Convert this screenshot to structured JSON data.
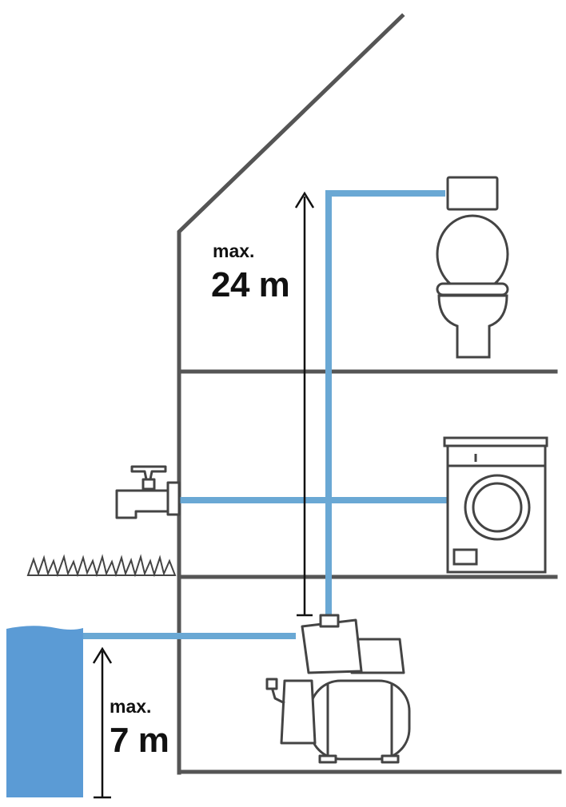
{
  "labels": {
    "upper_max": "max.",
    "upper_value": "24 m",
    "lower_max": "max.",
    "lower_value": "7 m"
  },
  "colors": {
    "pipe": "#6aa8d4",
    "water": "#5b9bd5",
    "wall": "#555555",
    "outline": "#444444"
  },
  "icons": {
    "toilet": "toilet-icon",
    "washing_machine": "washing-machine-icon",
    "tap": "outdoor-tap-icon",
    "grass": "grass-icon",
    "pump": "pump-unit-icon",
    "water_source": "water-reservoir-icon"
  }
}
